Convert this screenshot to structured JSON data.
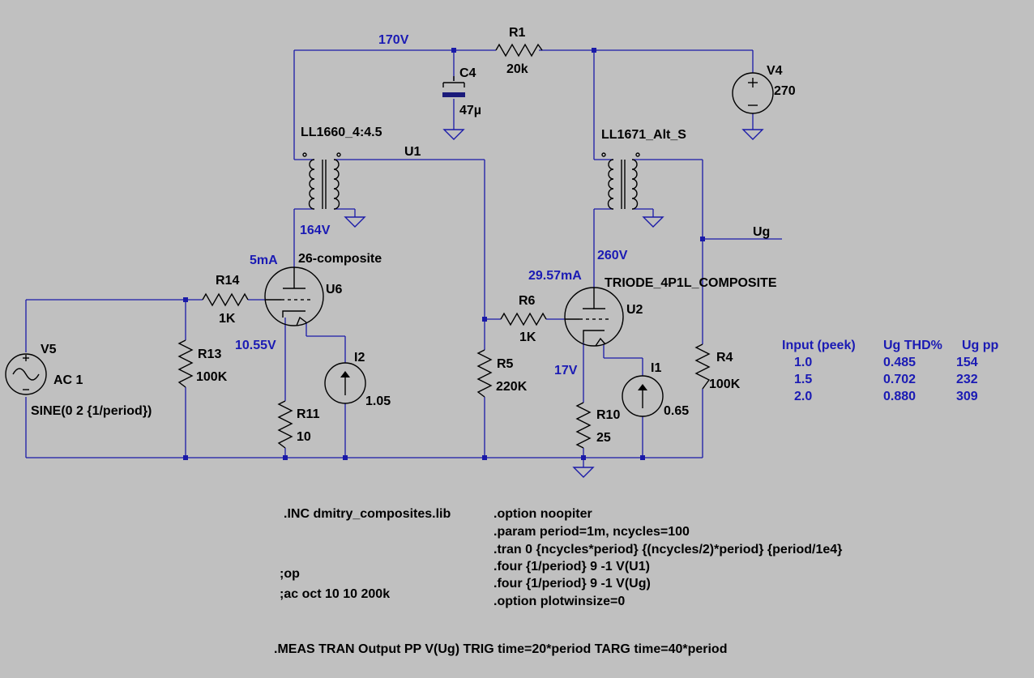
{
  "labels": {
    "r1_name": "R1",
    "r1_val": "20k",
    "c4_name": "C4",
    "c4_val": "47µ",
    "v4_name": "V4",
    "v4_val": "270",
    "t1_name": "LL1660_4:4.5",
    "t2_name": "LL1671_Alt_S",
    "u1": "U1",
    "ug": "Ug",
    "u6_name": "U6",
    "u6_model": "26-composite",
    "u2_name": "U2",
    "u2_model": "TRIODE_4P1L_COMPOSITE",
    "r14_name": "R14",
    "r14_val": "1K",
    "r13_name": "R13",
    "r13_val": "100K",
    "r11_name": "R11",
    "r11_val": "10",
    "i2_name": "I2",
    "i2_val": "1.05",
    "r5_name": "R5",
    "r5_val": "220K",
    "r6_name": "R6",
    "r6_val": "1K",
    "r10_name": "R10",
    "r10_val": "25",
    "i1_name": "I1",
    "i1_val": "0.65",
    "r4_name": "R4",
    "r4_val": "100K",
    "v5_name": "V5",
    "v5_ac": "AC 1",
    "v5_sine": "SINE(0 2 {1/period})"
  },
  "annotations": {
    "v170": "170V",
    "v164": "164V",
    "i5": "5mA",
    "v1055": "10.55V",
    "v260": "260V",
    "i2957": "29.57mA",
    "v17": "17V"
  },
  "directives": {
    "inc": ".INC dmitry_composites.lib",
    "opt1": ".option noopiter",
    "param": ".param period=1m, ncycles=100",
    "tran": ".tran 0 {ncycles*period} {(ncycles/2)*period} {period/1e4}",
    "four1": ".four {1/period} 9 -1 V(U1)",
    "four2": ".four {1/period} 9 -1 V(Ug)",
    "opt2": ".option plotwinsize=0",
    "op": ";op",
    "ac": ";ac oct 10 10 200k",
    "meas": ".MEAS TRAN Output PP V(Ug) TRIG time=20*period TARG time=40*period"
  },
  "thd_table": {
    "headers": [
      "Input (peek)",
      "Ug THD%",
      "Ug pp"
    ],
    "rows": [
      [
        "1.0",
        "0.485",
        "154"
      ],
      [
        "1.5",
        "0.702",
        "232"
      ],
      [
        "2.0",
        "0.880",
        "309"
      ]
    ]
  },
  "colors": {
    "background": "#c0c0c0",
    "wire": "#1a1aa8",
    "annotation": "#1a1ab4",
    "component": "#000000"
  }
}
